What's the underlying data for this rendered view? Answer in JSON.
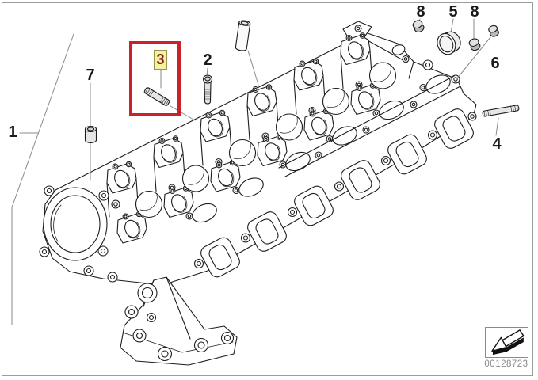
{
  "diagram": {
    "callouts": [
      {
        "label": "1",
        "highlighted": false
      },
      {
        "label": "2",
        "highlighted": false
      },
      {
        "label": "3",
        "highlighted": true
      },
      {
        "label": "4",
        "highlighted": false
      },
      {
        "label": "5",
        "highlighted": false
      },
      {
        "label": "6",
        "highlighted": false
      },
      {
        "label": "7",
        "highlighted": false
      },
      {
        "label": "8",
        "highlighted": false
      },
      {
        "label": "8",
        "highlighted": false
      }
    ],
    "highlight_box": {
      "color": "#cb2128",
      "label_background": "#f6f0a0",
      "label_text_color": "#7d1e1e"
    },
    "footer": {
      "icon": "corner-arrow-icon",
      "drawing_number": "00128723"
    },
    "colors": {
      "line": "#1c1c1c",
      "frame": "#9c9c9c",
      "leader": "#8a8a8a",
      "footer_text": "#8b8b8b"
    }
  }
}
